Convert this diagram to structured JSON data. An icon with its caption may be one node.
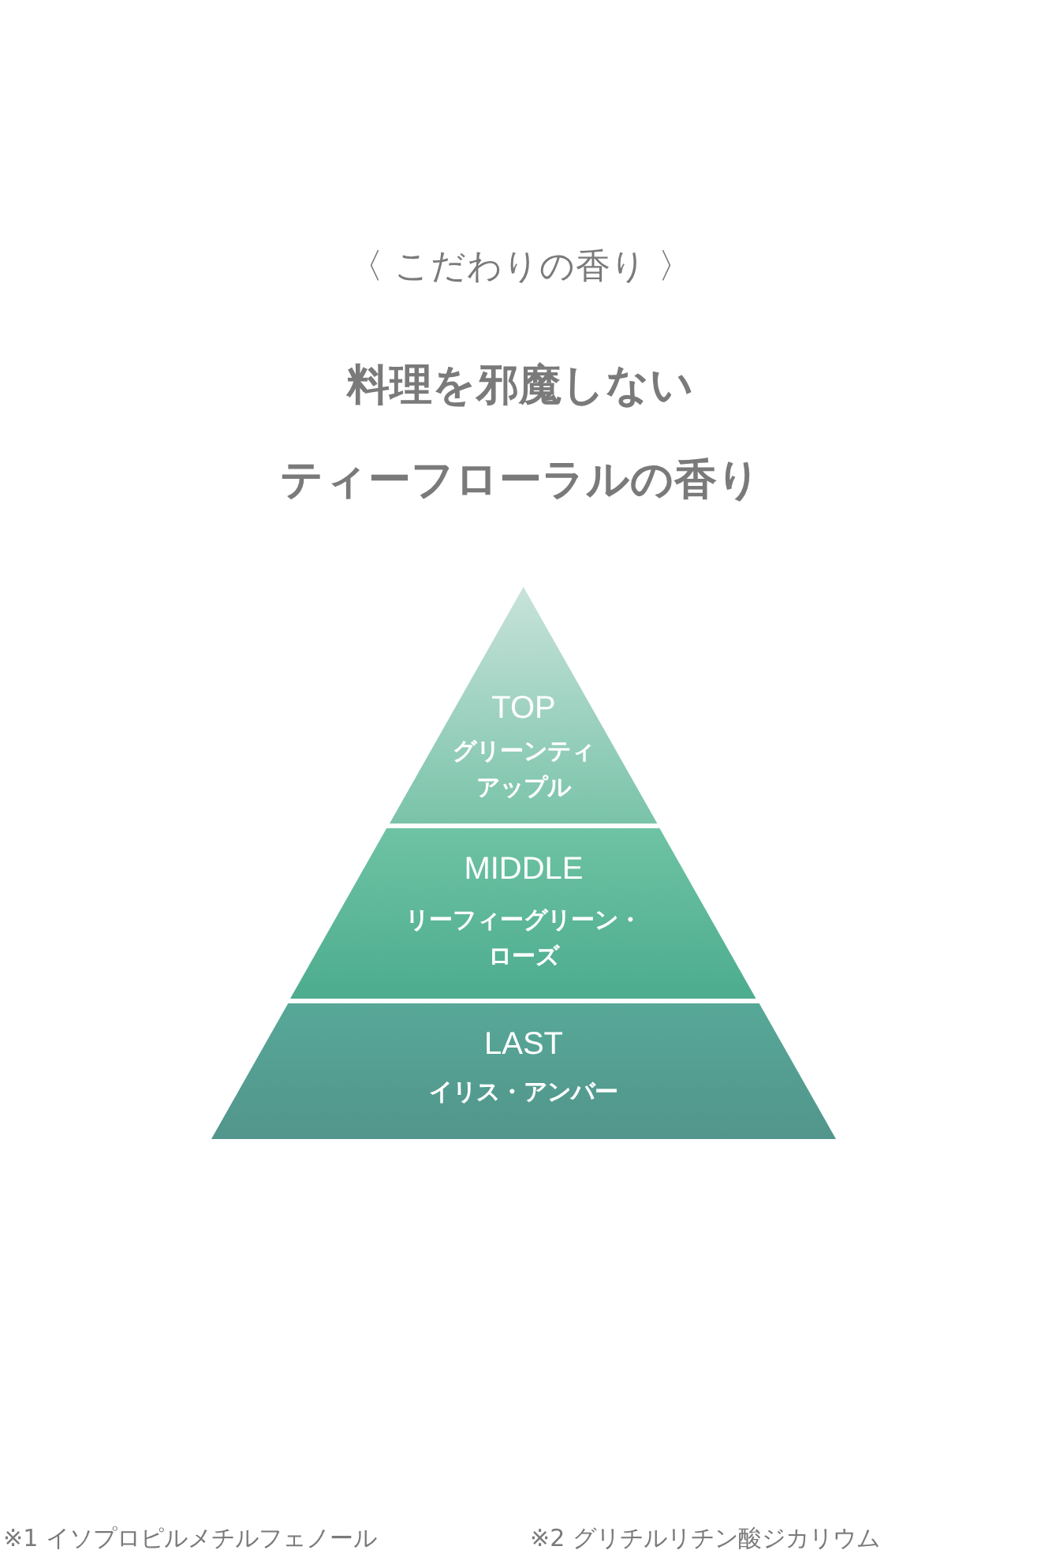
{
  "diagram": {
    "title": "〈 こだわりの香り 〉",
    "nodes": [
      {
        "text": [
          "TOP",
          "グリーンティアップル"
        ]
      },
      {
        "text": [
          "MIDDLE",
          "リーフィーグリーン・ローズ"
        ]
      },
      {
        "text": [
          "LAST",
          "イリス・アンバー"
        ]
      }
    ],
    "labels": [
      "料理を邪魔しない",
      "ティーフローラルの香り",
      "※1 イソプロピルメチルフェノール",
      "※2 グリチルリチン酸ジカリウム"
    ]
  }
}
